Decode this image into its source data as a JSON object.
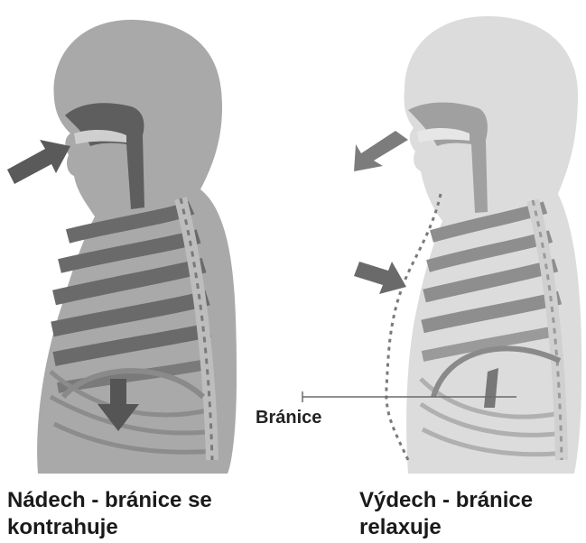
{
  "inhale": {
    "caption_line1": "Nádech - bránice se",
    "caption_line2": "kontrahuje"
  },
  "exhale": {
    "caption_line1": "Výdech - bránice",
    "caption_line2": "relaxuje"
  },
  "diaphragm_label": "Bránice",
  "colors": {
    "inhale_body": "#a9a9a9",
    "inhale_airway": "#5e5e5e",
    "inhale_rib": "#6a6a6a",
    "exhale_body": "#dcdcdc",
    "exhale_airway": "#9a9a9a",
    "exhale_rib": "#8e8e8e",
    "arrow_dark": "#5a5a5a",
    "arrow_light": "#7c7c7c"
  }
}
